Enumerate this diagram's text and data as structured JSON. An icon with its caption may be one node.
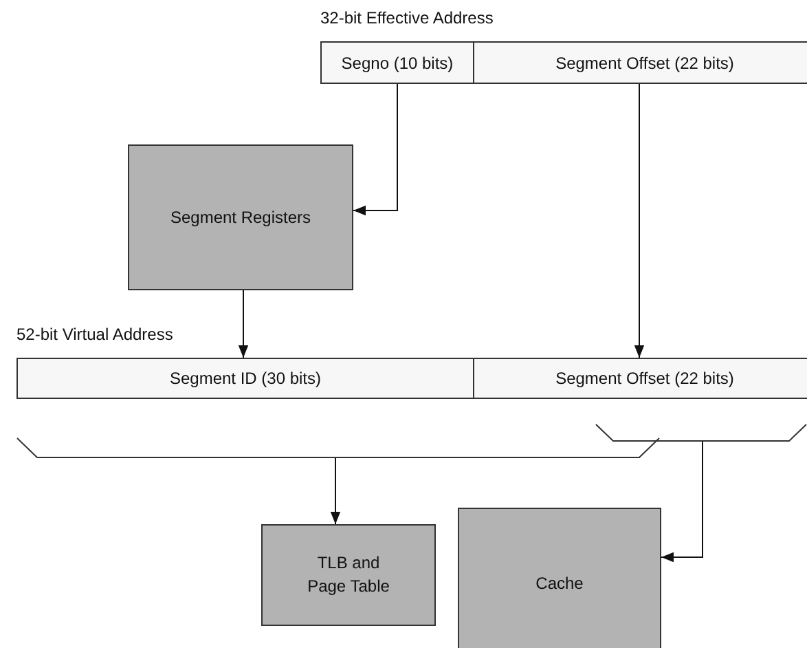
{
  "diagram": {
    "nodes": [
      {
        "text": [
          "Segno (10 bits)"
        ],
        "beside": [
          "32-bit Effective Address"
        ]
      },
      {
        "text": [
          "Segment Offset (22 bits)"
        ]
      },
      {
        "text": [
          "Segment Registers"
        ]
      },
      {
        "text": [
          "Segment ID (30 bits)"
        ],
        "beside": [
          "52-bit Virtual Address"
        ]
      },
      {
        "text": [
          "Segment Offset (22 bits)"
        ]
      },
      {
        "text": [],
        "shape": "bracket"
      },
      {
        "text": [],
        "shape": "bracket"
      },
      {
        "text": [
          "TLB and Page Table"
        ]
      },
      {
        "text": [
          "Cache"
        ]
      }
    ],
    "edges": [
      {
        "from": 0,
        "to": 2,
        "arrow": "to"
      },
      {
        "from": 1,
        "to": 4,
        "arrow": "to"
      },
      {
        "from": 2,
        "to": 3,
        "arrow": "to"
      },
      {
        "from": 5,
        "to": 7,
        "arrow": "to"
      },
      {
        "from": 6,
        "to": 8,
        "arrow": "to"
      }
    ]
  }
}
